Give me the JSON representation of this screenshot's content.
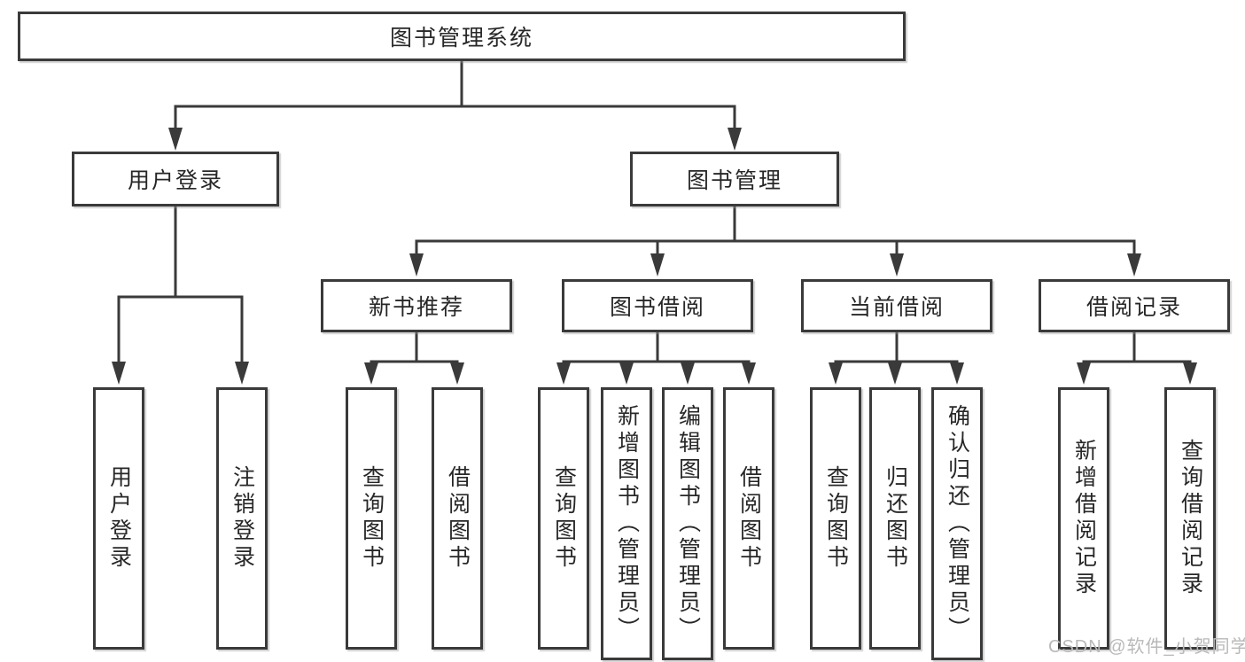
{
  "diagram": {
    "root_label": "图书管理系统",
    "branches": {
      "user_login": {
        "label": "用户登录",
        "children": [
          "用户登录",
          "注销登录"
        ]
      },
      "book_mgmt": {
        "label": "图书管理",
        "sections": {
          "new_books": {
            "label": "新书推荐",
            "children": [
              "查询图书",
              "借阅图书"
            ]
          },
          "borrowing": {
            "label": "图书借阅",
            "children": [
              "查询图书",
              "新增图书（管理员）",
              "编辑图书（管理员）",
              "借阅图书"
            ]
          },
          "current": {
            "label": "当前借阅",
            "children": [
              "查询图书",
              "归还图书",
              "确认归还（管理员）"
            ]
          },
          "records": {
            "label": "借阅记录",
            "children": [
              "新增借阅记录",
              "查询借阅记录"
            ]
          }
        }
      }
    },
    "watermark": "CSDN @软件_小贺同学",
    "colors": {
      "line": "#3a3a3a",
      "text": "#272727",
      "watermark": "#b9b9b9",
      "background": "#ffffff"
    }
  }
}
